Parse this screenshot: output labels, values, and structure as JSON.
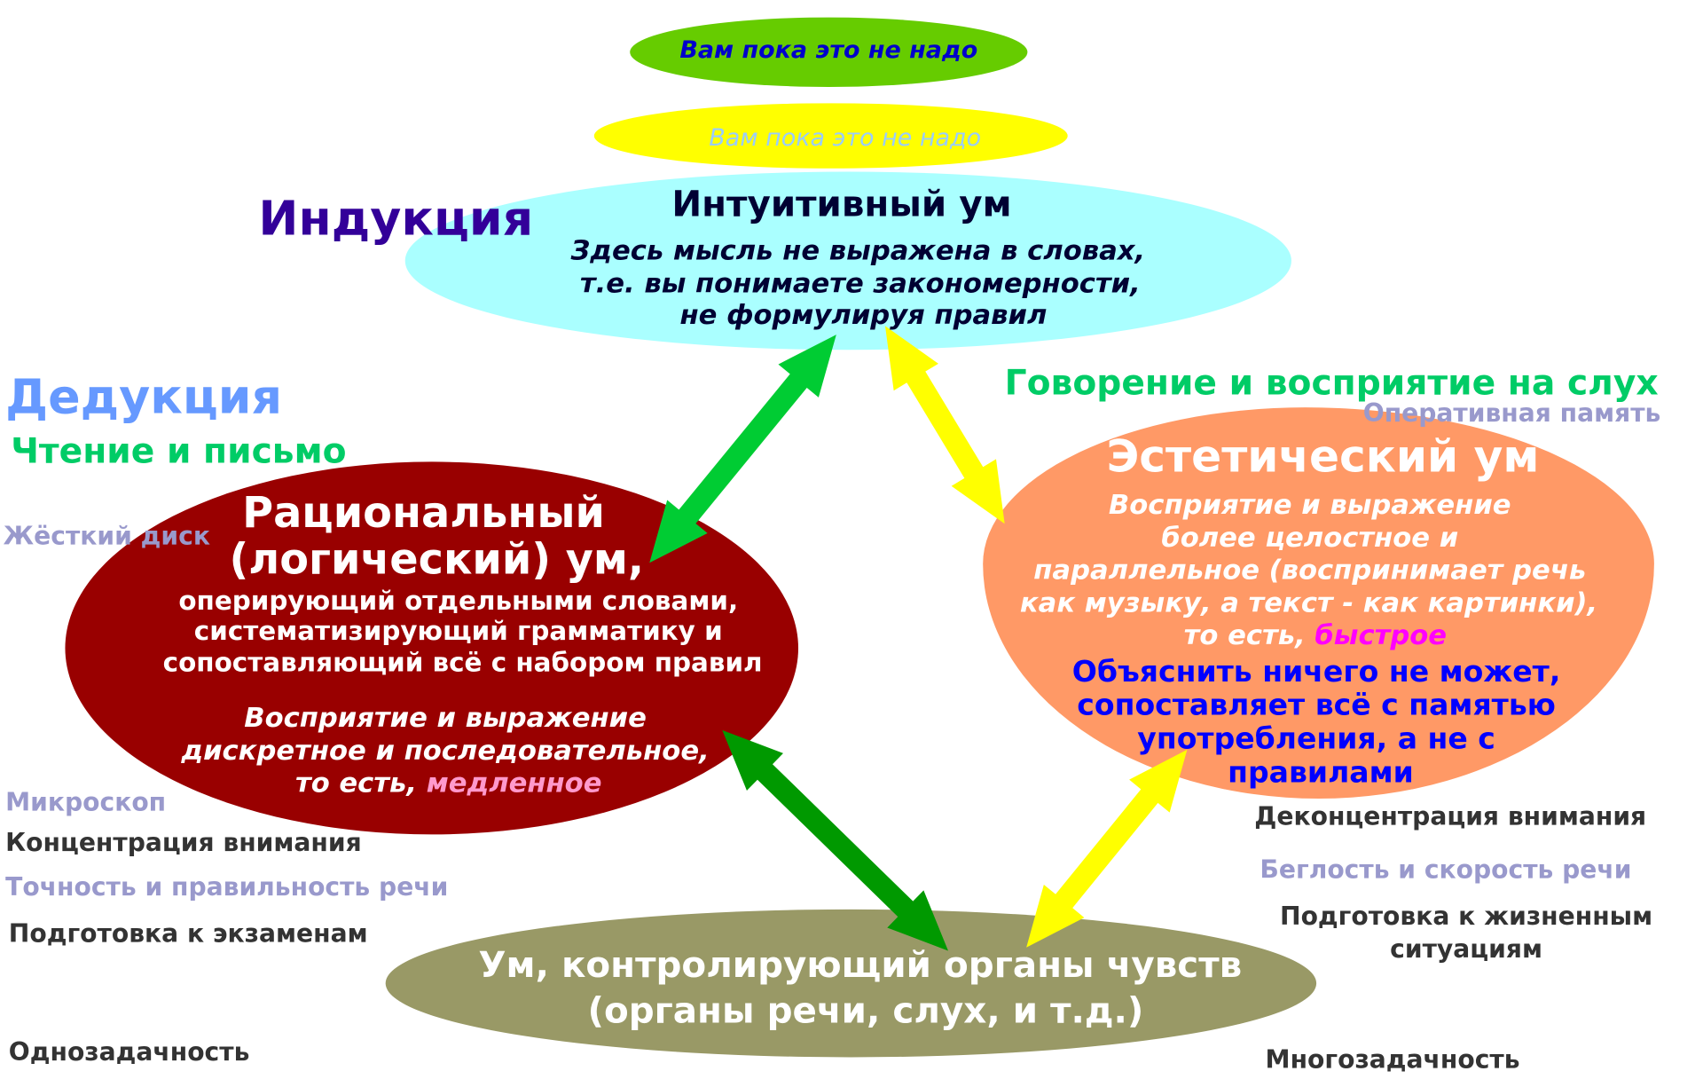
{
  "top_bubbles": {
    "green_text": "Вам пока это не надо",
    "yellow_text": "Вам пока это не надо"
  },
  "intuitive": {
    "title": "Интуитивный ум",
    "lines": [
      "Здесь мысль не выражена в словах,",
      "т.е. вы понимаете закономерности,",
      "не формулируя правил"
    ]
  },
  "rational": {
    "title1": "Рациональный",
    "title2": "(логический) ум,",
    "lines": [
      "оперирующий отдельными словами,",
      "систематизирующий грамматику и",
      "сопоставляющий всё с набором правил"
    ],
    "italic_lines": [
      "Восприятие и выражение",
      "дискретное  и последовательное,"
    ],
    "italic_last_prefix": "то есть, ",
    "italic_last_highlight": "медленное"
  },
  "aesthetic": {
    "title": "Эстетический ум",
    "italic_lines": [
      "Восприятие и выражение",
      "более целостное и",
      "параллельное (воспринимает речь",
      "как музыку, а текст - как картинки),"
    ],
    "italic_last_prefix": "то есть, ",
    "italic_last_highlight": "быстрое",
    "blue_lines": [
      "Объяснить ничего не может,",
      "сопоставляет всё с памятью",
      "употребления, а не с",
      "правилами"
    ]
  },
  "senses": {
    "lines": [
      "Ум, контролирующий органы чувств",
      "(органы речи, слух, и т.д.)"
    ]
  },
  "labels": {
    "induction": "Индукция",
    "deduction": "Дедукция",
    "reading_writing": "Чтение и письмо",
    "speaking_listening": "Говорение и восприятие на слух",
    "working_memory": "Оперативная память",
    "hard_drive": "Жёсткий диск",
    "microscope": "Микроскоп",
    "concentration": "Концентрация внимания",
    "accuracy": "Точность и правильность речи",
    "exams": "Подготовка к экзаменам",
    "single_task": "Однозадачность",
    "deconcentration": "Деконцентрация внимания",
    "fluency": "Беглость и скорость речи",
    "life_prep_1": "Подготовка к жизненным",
    "life_prep_2": "ситуациям",
    "multi_task": "Многозадачность"
  },
  "colors": {
    "green_bubble": "#66cc00",
    "yellow_bubble": "#ffff00",
    "intuitive": "#aaffff",
    "rational": "#990000",
    "aesthetic": "#ff9966",
    "senses": "#999966",
    "arrow_green": "#00cc33",
    "arrow_dark_green": "#009900",
    "arrow_yellow": "#ffff00"
  }
}
